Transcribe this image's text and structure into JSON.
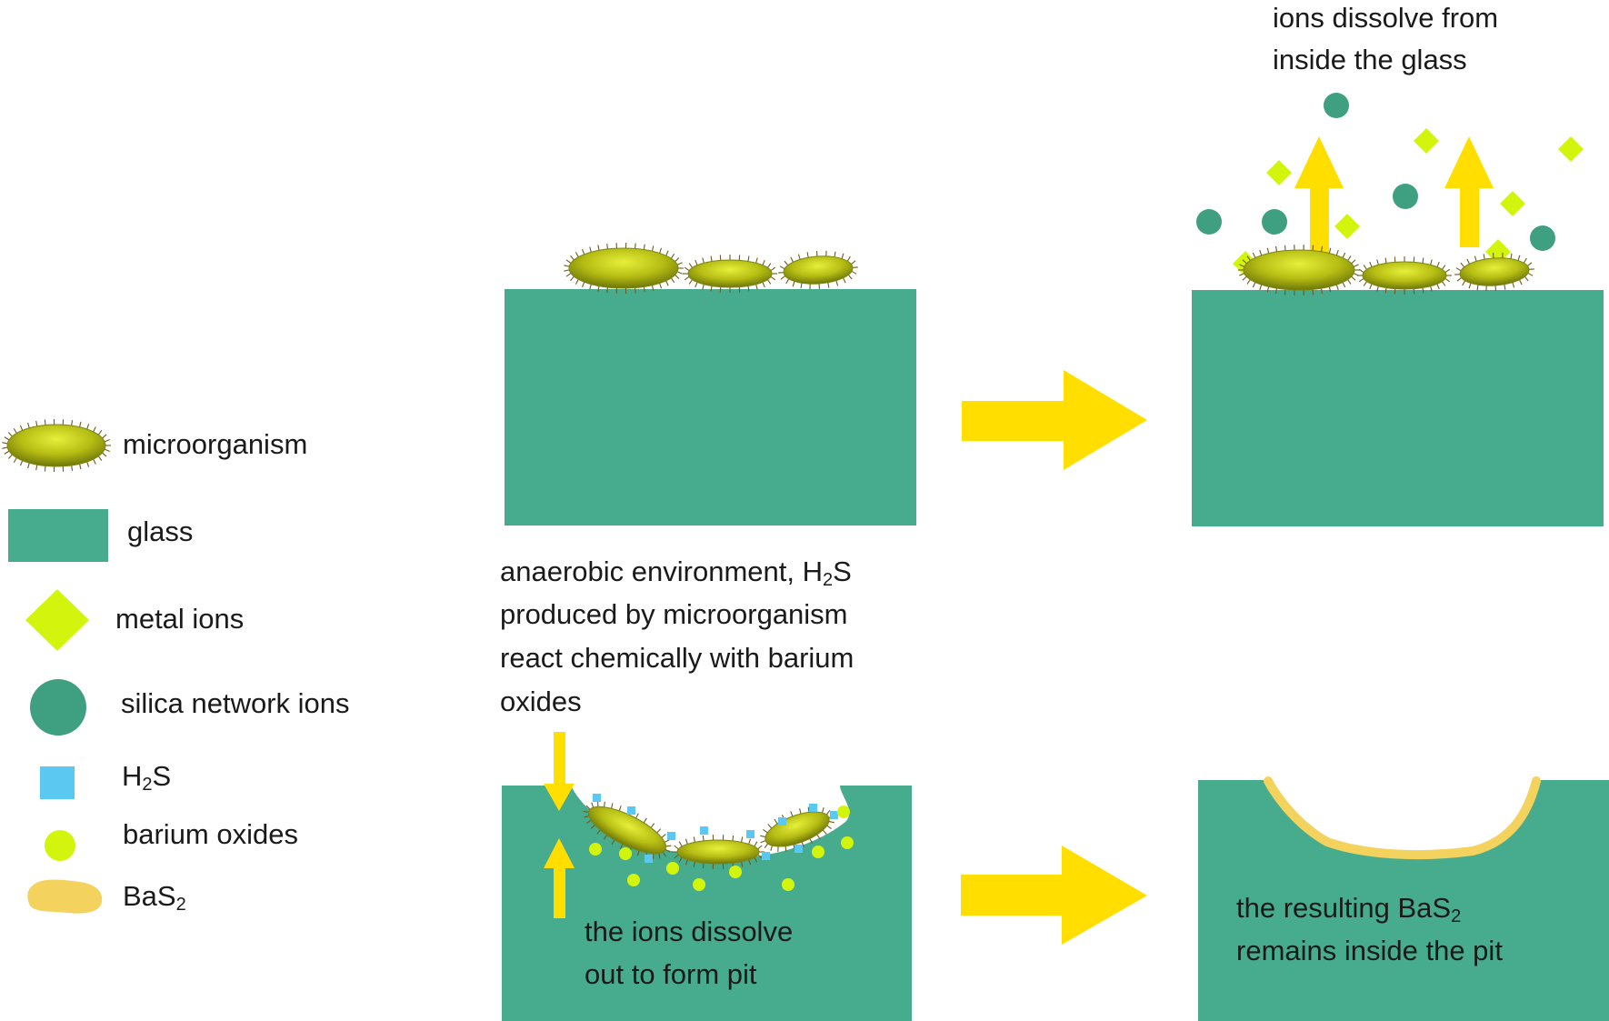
{
  "colors": {
    "glass": "#47AC8D",
    "arrow": "#FFDE00",
    "microorganism": "#A3AE0D",
    "metal_ion": "#D3F50D",
    "silica_ion": "#3F9F81",
    "h2s": "#5BC8F2",
    "barium_oxide": "#D3F50D",
    "bas2": "#F4D25E"
  },
  "legend": {
    "microorganism": "microorganism",
    "glass": "glass",
    "metal_ions": "metal ions",
    "silica_ions": "silica network ions",
    "h2s_main": "H",
    "h2s_sub": "2",
    "h2s_tail": "S",
    "barium_oxides": "barium oxides",
    "bas2_main": "BaS",
    "bas2_sub": "2"
  },
  "captions": {
    "top_right_line1": "ions dissolve from",
    "top_right_line2": "inside the glass",
    "env_line1_pre": "anaerobic environment, H",
    "env_line1_sub": "2",
    "env_line1_post": "S",
    "env_line2": "produced by microorganism",
    "env_line3": "react chemically with barium",
    "env_line4": "oxides",
    "pit_line1": "the ions dissolve",
    "pit_line2": "out to form pit",
    "result_line1_pre": "the resulting BaS",
    "result_line1_sub": "2",
    "result_line2": "remains inside the pit"
  }
}
